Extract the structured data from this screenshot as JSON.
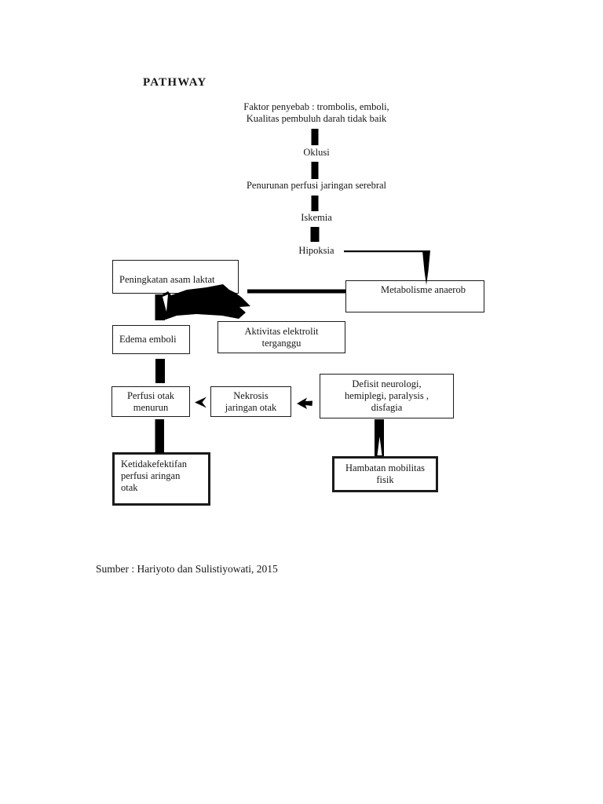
{
  "page": {
    "title": "PATHWAY",
    "source_caption": "Sumber : Hariyoto dan Sulistiyowati, 2015"
  },
  "flowchart": {
    "labels": {
      "faktor": "Faktor penyebab : trombolis, emboli,\nKualitas pembuluh darah tidak baik",
      "oklusi": "Oklusi",
      "penurunan": "Penurunan perfusi jaringan serebral",
      "iskemia": "Iskemia",
      "hipoksia": "Hipoksia"
    },
    "boxes": {
      "peningkatan": "Peningkatan asam laktat",
      "metabolisme": "Metabolisme anaerob",
      "edema": "Edema emboli",
      "aktivitas": "Aktivitas elektrolit\nterganggu",
      "perfusi": "Perfusi otak\nmenurun",
      "nekrosis": "Nekrosis\njaringan otak",
      "defisit": "Defisit neurologi,\nhemiplegi, paralysis ,\ndisfagia",
      "ketidakefektifan": "Ketidakefektifan\nperfusi aringan\notak",
      "hambatan": "Hambatan mobilitas\nfisik"
    }
  }
}
